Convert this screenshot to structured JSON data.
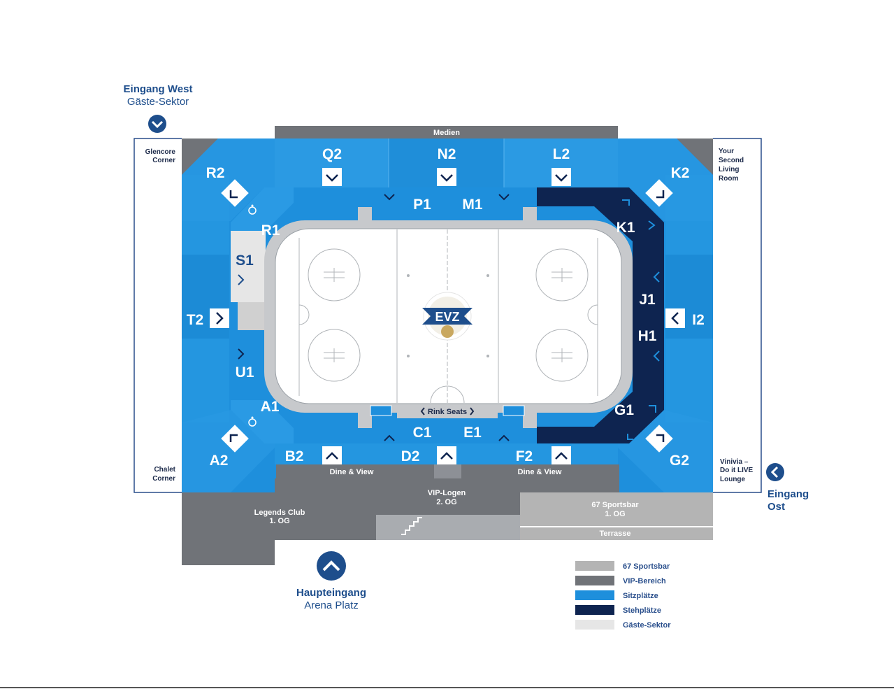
{
  "entrances": {
    "west": {
      "title": "Eingang West",
      "sub": "Gäste-Sektor",
      "icon": "chevron-down-icon"
    },
    "east": {
      "title_1": "Eingang",
      "title_2": "Ost",
      "icon": "chevron-left-icon"
    },
    "main": {
      "title": "Haupteingang",
      "sub": "Arena Platz",
      "icon": "chevron-up-icon"
    }
  },
  "corners": {
    "glencore": [
      "Glencore",
      "Corner"
    ],
    "chalet": [
      "Chalet",
      "Corner"
    ],
    "second_living": [
      "Your",
      "Second",
      "Living",
      "Room"
    ],
    "vinivia": [
      "Vinivia –",
      "Do it LIVE",
      "Lounge"
    ]
  },
  "sections": {
    "Q2": "Q2",
    "N2": "N2",
    "L2": "L2",
    "R2": "R2",
    "K2": "K2",
    "P1": "P1",
    "M1": "M1",
    "R1": "R1",
    "K1": "K1",
    "S1": "S1",
    "J1": "J1",
    "T2": "T2",
    "I2": "I2",
    "H1": "H1",
    "U1": "U1",
    "A1": "A1",
    "G1": "G1",
    "C1": "C1",
    "E1": "E1",
    "A2": "A2",
    "B2": "B2",
    "D2": "D2",
    "F2": "F2",
    "G2": "G2"
  },
  "areas": {
    "medien": "Medien",
    "rink_seats": "Rink Seats",
    "dine_view_left": "Dine & View",
    "dine_view_right": "Dine & View",
    "vip_logen": [
      "VIP-Logen",
      "2. OG"
    ],
    "legends_club": [
      "Legends Club",
      "1. OG"
    ],
    "sportsbar": [
      "67 Sportsbar",
      "1. OG"
    ],
    "terrasse": "Terrasse"
  },
  "logo": "EVZ",
  "legend": [
    {
      "label": "67 Sportsbar",
      "color": "#b4b4b4"
    },
    {
      "label": "VIP-Bereich",
      "color": "#707378"
    },
    {
      "label": "Sitzplätze",
      "color": "#1e8fdc"
    },
    {
      "label": "Stehplätze",
      "color": "#0e2450"
    },
    {
      "label": "Gäste-Sektor",
      "color": "#e6e6e6"
    }
  ],
  "colors": {
    "seat_blue": "#1e8fdc",
    "standing_navy": "#0e2450",
    "vip_gray": "#707378",
    "sportsbar_gray": "#b4b4b4",
    "guest_light": "#e6e6e6",
    "brand_blue": "#1e4e8c"
  }
}
